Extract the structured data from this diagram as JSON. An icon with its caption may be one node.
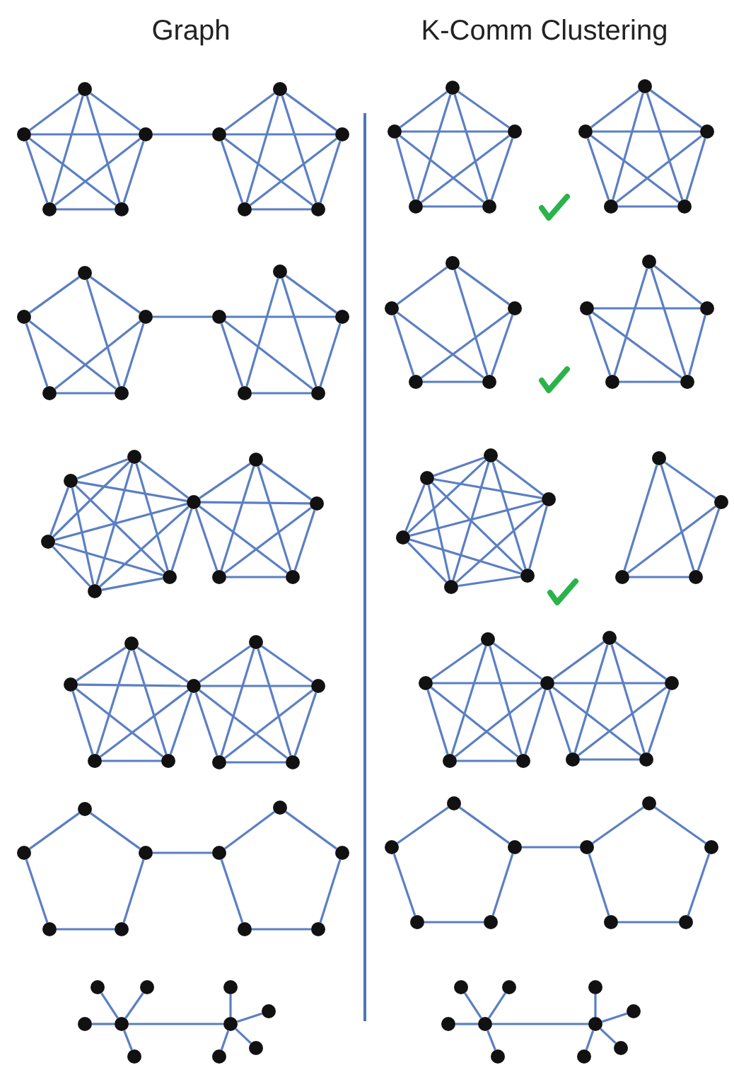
{
  "diagram": {
    "nodes": [
      {
        "text": [],
        "shape": "circle"
      },
      {
        "text": [],
        "shape": "circle"
      },
      {
        "text": [],
        "shape": "circle"
      },
      {
        "text": [],
        "shape": "circle"
      },
      {
        "text": [],
        "shape": "circle"
      },
      {
        "text": [],
        "shape": "circle"
      },
      {
        "text": [],
        "shape": "circle"
      },
      {
        "text": [],
        "shape": "circle"
      },
      {
        "text": [],
        "shape": "circle"
      },
      {
        "text": [],
        "shape": "circle"
      },
      {
        "text": [],
        "shape": "circle"
      },
      {
        "text": [],
        "shape": "circle"
      },
      {
        "text": [],
        "shape": "circle"
      },
      {
        "text": [],
        "shape": "circle"
      },
      {
        "text": [],
        "shape": "circle"
      },
      {
        "text": [],
        "shape": "circle"
      },
      {
        "text": [],
        "shape": "circle"
      },
      {
        "text": [],
        "shape": "circle"
      },
      {
        "text": [],
        "shape": "circle"
      },
      {
        "text": [],
        "shape": "circle"
      },
      {
        "text": [],
        "shape": "circle"
      },
      {
        "text": [],
        "shape": "circle"
      },
      {
        "text": [],
        "shape": "circle"
      },
      {
        "text": [],
        "shape": "circle"
      },
      {
        "text": [],
        "shape": "circle"
      },
      {
        "text": [],
        "shape": "circle"
      },
      {
        "text": [],
        "shape": "circle"
      },
      {
        "text": [],
        "shape": "circle"
      },
      {
        "text": [],
        "shape": "circle"
      },
      {
        "text": [],
        "shape": "circle"
      },
      {
        "text": [],
        "shape": "circle"
      },
      {
        "text": [],
        "shape": "circle"
      },
      {
        "text": [],
        "shape": "circle"
      },
      {
        "text": [],
        "shape": "circle"
      },
      {
        "text": [],
        "shape": "circle"
      },
      {
        "text": [],
        "shape": "circle"
      },
      {
        "text": [],
        "shape": "circle"
      },
      {
        "text": [],
        "shape": "circle"
      },
      {
        "text": [],
        "shape": "circle"
      },
      {
        "text": [],
        "shape": "circle"
      },
      {
        "text": [],
        "shape": "circle"
      },
      {
        "text": [],
        "shape": "circle"
      },
      {
        "text": [],
        "shape": "circle"
      },
      {
        "text": [],
        "shape": "circle"
      },
      {
        "text": [],
        "shape": "circle"
      },
      {
        "text": [],
        "shape": "circle"
      },
      {
        "text": [],
        "shape": "circle"
      },
      {
        "text": [],
        "shape": "circle"
      },
      {
        "text": [],
        "shape": "circle"
      },
      {
        "text": [],
        "shape": "circle"
      },
      {
        "text": [],
        "shape": "circle"
      },
      {
        "text": [],
        "shape": "circle"
      },
      {
        "text": [],
        "shape": "circle"
      },
      {
        "text": [],
        "shape": "circle"
      },
      {
        "text": [],
        "shape": "circle"
      },
      {
        "text": [],
        "shape": "circle"
      },
      {
        "text": [],
        "shape": "circle"
      },
      {
        "text": [],
        "shape": "circle"
      },
      {
        "text": [],
        "shape": "circle"
      },
      {
        "text": [],
        "shape": "circle"
      },
      {
        "text": [],
        "shape": "circle"
      },
      {
        "text": [],
        "shape": "circle"
      },
      {
        "text": [],
        "shape": "circle"
      },
      {
        "text": [],
        "shape": "circle"
      },
      {
        "text": [],
        "shape": "circle"
      },
      {
        "text": [],
        "shape": "circle"
      },
      {
        "text": [],
        "shape": "circle"
      },
      {
        "text": [],
        "shape": "circle"
      },
      {
        "text": [],
        "shape": "circle"
      },
      {
        "text": [],
        "shape": "circle"
      },
      {
        "text": [],
        "shape": "circle"
      },
      {
        "text": [],
        "shape": "circle"
      },
      {
        "text": [],
        "shape": "circle"
      },
      {
        "text": [],
        "shape": "circle"
      },
      {
        "text": [],
        "shape": "circle"
      },
      {
        "text": [],
        "shape": "circle"
      },
      {
        "text": [],
        "shape": "circle"
      },
      {
        "text": [],
        "shape": "circle"
      },
      {
        "text": [],
        "shape": "circle"
      },
      {
        "text": [],
        "shape": "circle"
      },
      {
        "text": [],
        "shape": "circle"
      },
      {
        "text": [],
        "shape": "circle"
      },
      {
        "text": [],
        "shape": "circle"
      },
      {
        "text": [],
        "shape": "circle"
      },
      {
        "text": [],
        "shape": "circle"
      },
      {
        "text": [],
        "shape": "circle"
      },
      {
        "text": [],
        "shape": "circle"
      },
      {
        "text": [],
        "shape": "circle"
      },
      {
        "text": [],
        "shape": "circle"
      },
      {
        "text": [],
        "shape": "circle"
      },
      {
        "text": [],
        "shape": "circle"
      },
      {
        "text": [],
        "shape": "circle"
      },
      {
        "text": [],
        "shape": "circle"
      },
      {
        "text": [],
        "shape": "circle"
      },
      {
        "text": [],
        "shape": "circle"
      },
      {
        "text": [],
        "shape": "circle"
      },
      {
        "text": [],
        "shape": "circle"
      },
      {
        "text": [],
        "shape": "circle"
      },
      {
        "text": [],
        "shape": "circle"
      },
      {
        "text": [],
        "shape": "circle"
      },
      {
        "text": [],
        "shape": "circle"
      },
      {
        "text": [],
        "shape": "circle"
      },
      {
        "text": [],
        "shape": "circle"
      },
      {
        "text": [],
        "shape": "circle"
      },
      {
        "text": [],
        "shape": "circle"
      },
      {
        "text": [],
        "shape": "circle"
      },
      {
        "text": [],
        "shape": "circle"
      },
      {
        "text": [],
        "shape": "circle"
      },
      {
        "text": [],
        "shape": "circle"
      },
      {
        "text": [],
        "shape": "circle"
      },
      {
        "text": [],
        "shape": "circle"
      },
      {
        "text": [],
        "shape": "circle"
      },
      {
        "text": [],
        "shape": "circle"
      },
      {
        "text": [],
        "shape": "circle"
      },
      {
        "text": [],
        "shape": "circle"
      },
      {
        "text": [],
        "shape": "circle"
      },
      {
        "text": [],
        "shape": "circle"
      },
      {
        "text": [],
        "shape": "circle"
      }
    ],
    "edges": [
      {
        "from": 0,
        "to": 1,
        "arrow": "none"
      },
      {
        "from": 0,
        "to": 2,
        "arrow": "none"
      },
      {
        "from": 0,
        "to": 3,
        "arrow": "none"
      },
      {
        "from": 0,
        "to": 4,
        "arrow": "none"
      },
      {
        "from": 1,
        "to": 2,
        "arrow": "none"
      },
      {
        "from": 1,
        "to": 3,
        "arrow": "none"
      },
      {
        "from": 1,
        "to": 4,
        "arrow": "none"
      },
      {
        "from": 2,
        "to": 3,
        "arrow": "none"
      },
      {
        "from": 2,
        "to": 4,
        "arrow": "none"
      },
      {
        "from": 3,
        "to": 4,
        "arrow": "none"
      },
      {
        "from": 2,
        "to": 6,
        "arrow": "none"
      },
      {
        "from": 5,
        "to": 6,
        "arrow": "none"
      },
      {
        "from": 5,
        "to": 7,
        "arrow": "none"
      },
      {
        "from": 5,
        "to": 8,
        "arrow": "none"
      },
      {
        "from": 5,
        "to": 9,
        "arrow": "none"
      },
      {
        "from": 6,
        "to": 7,
        "arrow": "none"
      },
      {
        "from": 6,
        "to": 8,
        "arrow": "none"
      },
      {
        "from": 6,
        "to": 9,
        "arrow": "none"
      },
      {
        "from": 7,
        "to": 8,
        "arrow": "none"
      },
      {
        "from": 7,
        "to": 9,
        "arrow": "none"
      },
      {
        "from": 8,
        "to": 9,
        "arrow": "none"
      },
      {
        "from": 10,
        "to": 11,
        "arrow": "none"
      },
      {
        "from": 10,
        "to": 12,
        "arrow": "none"
      },
      {
        "from": 10,
        "to": 13,
        "arrow": "none"
      },
      {
        "from": 10,
        "to": 14,
        "arrow": "none"
      },
      {
        "from": 11,
        "to": 12,
        "arrow": "none"
      },
      {
        "from": 11,
        "to": 13,
        "arrow": "none"
      },
      {
        "from": 11,
        "to": 14,
        "arrow": "none"
      },
      {
        "from": 12,
        "to": 13,
        "arrow": "none"
      },
      {
        "from": 12,
        "to": 14,
        "arrow": "none"
      },
      {
        "from": 13,
        "to": 14,
        "arrow": "none"
      },
      {
        "from": 15,
        "to": 16,
        "arrow": "none"
      },
      {
        "from": 15,
        "to": 17,
        "arrow": "none"
      },
      {
        "from": 15,
        "to": 18,
        "arrow": "none"
      },
      {
        "from": 15,
        "to": 19,
        "arrow": "none"
      },
      {
        "from": 16,
        "to": 17,
        "arrow": "none"
      },
      {
        "from": 16,
        "to": 18,
        "arrow": "none"
      },
      {
        "from": 16,
        "to": 19,
        "arrow": "none"
      },
      {
        "from": 17,
        "to": 18,
        "arrow": "none"
      },
      {
        "from": 17,
        "to": 19,
        "arrow": "none"
      },
      {
        "from": 18,
        "to": 19,
        "arrow": "none"
      },
      {
        "from": 20,
        "to": 21,
        "arrow": "none"
      },
      {
        "from": 20,
        "to": 22,
        "arrow": "none"
      },
      {
        "from": 20,
        "to": 24,
        "arrow": "none"
      },
      {
        "from": 21,
        "to": 23,
        "arrow": "none"
      },
      {
        "from": 21,
        "to": 24,
        "arrow": "none"
      },
      {
        "from": 22,
        "to": 23,
        "arrow": "none"
      },
      {
        "from": 22,
        "to": 24,
        "arrow": "none"
      },
      {
        "from": 23,
        "to": 24,
        "arrow": "none"
      },
      {
        "from": 22,
        "to": 26,
        "arrow": "none"
      },
      {
        "from": 25,
        "to": 27,
        "arrow": "none"
      },
      {
        "from": 25,
        "to": 28,
        "arrow": "none"
      },
      {
        "from": 25,
        "to": 29,
        "arrow": "none"
      },
      {
        "from": 26,
        "to": 27,
        "arrow": "none"
      },
      {
        "from": 26,
        "to": 28,
        "arrow": "none"
      },
      {
        "from": 26,
        "to": 29,
        "arrow": "none"
      },
      {
        "from": 27,
        "to": 29,
        "arrow": "none"
      },
      {
        "from": 28,
        "to": 29,
        "arrow": "none"
      },
      {
        "from": 30,
        "to": 31,
        "arrow": "none"
      },
      {
        "from": 30,
        "to": 32,
        "arrow": "none"
      },
      {
        "from": 30,
        "to": 34,
        "arrow": "none"
      },
      {
        "from": 31,
        "to": 33,
        "arrow": "none"
      },
      {
        "from": 31,
        "to": 34,
        "arrow": "none"
      },
      {
        "from": 32,
        "to": 33,
        "arrow": "none"
      },
      {
        "from": 32,
        "to": 34,
        "arrow": "none"
      },
      {
        "from": 33,
        "to": 34,
        "arrow": "none"
      },
      {
        "from": 35,
        "to": 37,
        "arrow": "none"
      },
      {
        "from": 35,
        "to": 38,
        "arrow": "none"
      },
      {
        "from": 35,
        "to": 39,
        "arrow": "none"
      },
      {
        "from": 36,
        "to": 37,
        "arrow": "none"
      },
      {
        "from": 36,
        "to": 38,
        "arrow": "none"
      },
      {
        "from": 36,
        "to": 39,
        "arrow": "none"
      },
      {
        "from": 37,
        "to": 39,
        "arrow": "none"
      },
      {
        "from": 38,
        "to": 39,
        "arrow": "none"
      },
      {
        "from": 40,
        "to": 41,
        "arrow": "none"
      },
      {
        "from": 40,
        "to": 42,
        "arrow": "none"
      },
      {
        "from": 40,
        "to": 43,
        "arrow": "none"
      },
      {
        "from": 40,
        "to": 44,
        "arrow": "none"
      },
      {
        "from": 40,
        "to": 45,
        "arrow": "none"
      },
      {
        "from": 41,
        "to": 42,
        "arrow": "none"
      },
      {
        "from": 41,
        "to": 43,
        "arrow": "none"
      },
      {
        "from": 41,
        "to": 44,
        "arrow": "none"
      },
      {
        "from": 41,
        "to": 45,
        "arrow": "none"
      },
      {
        "from": 42,
        "to": 43,
        "arrow": "none"
      },
      {
        "from": 42,
        "to": 44,
        "arrow": "none"
      },
      {
        "from": 42,
        "to": 45,
        "arrow": "none"
      },
      {
        "from": 43,
        "to": 44,
        "arrow": "none"
      },
      {
        "from": 43,
        "to": 45,
        "arrow": "none"
      },
      {
        "from": 44,
        "to": 45,
        "arrow": "none"
      },
      {
        "from": 45,
        "to": 46,
        "arrow": "none"
      },
      {
        "from": 45,
        "to": 47,
        "arrow": "none"
      },
      {
        "from": 45,
        "to": 48,
        "arrow": "none"
      },
      {
        "from": 45,
        "to": 49,
        "arrow": "none"
      },
      {
        "from": 46,
        "to": 47,
        "arrow": "none"
      },
      {
        "from": 46,
        "to": 48,
        "arrow": "none"
      },
      {
        "from": 46,
        "to": 49,
        "arrow": "none"
      },
      {
        "from": 47,
        "to": 48,
        "arrow": "none"
      },
      {
        "from": 47,
        "to": 49,
        "arrow": "none"
      },
      {
        "from": 48,
        "to": 49,
        "arrow": "none"
      },
      {
        "from": 50,
        "to": 51,
        "arrow": "none"
      },
      {
        "from": 50,
        "to": 52,
        "arrow": "none"
      },
      {
        "from": 50,
        "to": 53,
        "arrow": "none"
      },
      {
        "from": 50,
        "to": 54,
        "arrow": "none"
      },
      {
        "from": 50,
        "to": 55,
        "arrow": "none"
      },
      {
        "from": 51,
        "to": 52,
        "arrow": "none"
      },
      {
        "from": 51,
        "to": 53,
        "arrow": "none"
      },
      {
        "from": 51,
        "to": 54,
        "arrow": "none"
      },
      {
        "from": 51,
        "to": 55,
        "arrow": "none"
      },
      {
        "from": 52,
        "to": 53,
        "arrow": "none"
      },
      {
        "from": 52,
        "to": 54,
        "arrow": "none"
      },
      {
        "from": 52,
        "to": 55,
        "arrow": "none"
      },
      {
        "from": 53,
        "to": 54,
        "arrow": "none"
      },
      {
        "from": 53,
        "to": 55,
        "arrow": "none"
      },
      {
        "from": 54,
        "to": 55,
        "arrow": "none"
      },
      {
        "from": 56,
        "to": 57,
        "arrow": "none"
      },
      {
        "from": 56,
        "to": 58,
        "arrow": "none"
      },
      {
        "from": 56,
        "to": 59,
        "arrow": "none"
      },
      {
        "from": 57,
        "to": 58,
        "arrow": "none"
      },
      {
        "from": 57,
        "to": 59,
        "arrow": "none"
      },
      {
        "from": 58,
        "to": 59,
        "arrow": "none"
      },
      {
        "from": 60,
        "to": 61,
        "arrow": "none"
      },
      {
        "from": 60,
        "to": 62,
        "arrow": "none"
      },
      {
        "from": 60,
        "to": 63,
        "arrow": "none"
      },
      {
        "from": 60,
        "to": 64,
        "arrow": "none"
      },
      {
        "from": 61,
        "to": 62,
        "arrow": "none"
      },
      {
        "from": 61,
        "to": 63,
        "arrow": "none"
      },
      {
        "from": 61,
        "to": 64,
        "arrow": "none"
      },
      {
        "from": 62,
        "to": 63,
        "arrow": "none"
      },
      {
        "from": 62,
        "to": 64,
        "arrow": "none"
      },
      {
        "from": 63,
        "to": 64,
        "arrow": "none"
      },
      {
        "from": 64,
        "to": 65,
        "arrow": "none"
      },
      {
        "from": 64,
        "to": 66,
        "arrow": "none"
      },
      {
        "from": 64,
        "to": 67,
        "arrow": "none"
      },
      {
        "from": 64,
        "to": 68,
        "arrow": "none"
      },
      {
        "from": 65,
        "to": 66,
        "arrow": "none"
      },
      {
        "from": 65,
        "to": 67,
        "arrow": "none"
      },
      {
        "from": 65,
        "to": 68,
        "arrow": "none"
      },
      {
        "from": 66,
        "to": 67,
        "arrow": "none"
      },
      {
        "from": 66,
        "to": 68,
        "arrow": "none"
      },
      {
        "from": 67,
        "to": 68,
        "arrow": "none"
      },
      {
        "from": 69,
        "to": 70,
        "arrow": "none"
      },
      {
        "from": 69,
        "to": 71,
        "arrow": "none"
      },
      {
        "from": 69,
        "to": 72,
        "arrow": "none"
      },
      {
        "from": 69,
        "to": 73,
        "arrow": "none"
      },
      {
        "from": 70,
        "to": 71,
        "arrow": "none"
      },
      {
        "from": 70,
        "to": 72,
        "arrow": "none"
      },
      {
        "from": 70,
        "to": 73,
        "arrow": "none"
      },
      {
        "from": 71,
        "to": 72,
        "arrow": "none"
      },
      {
        "from": 71,
        "to": 73,
        "arrow": "none"
      },
      {
        "from": 72,
        "to": 73,
        "arrow": "none"
      },
      {
        "from": 73,
        "to": 74,
        "arrow": "none"
      },
      {
        "from": 73,
        "to": 75,
        "arrow": "none"
      },
      {
        "from": 73,
        "to": 76,
        "arrow": "none"
      },
      {
        "from": 73,
        "to": 77,
        "arrow": "none"
      },
      {
        "from": 74,
        "to": 75,
        "arrow": "none"
      },
      {
        "from": 74,
        "to": 76,
        "arrow": "none"
      },
      {
        "from": 74,
        "to": 77,
        "arrow": "none"
      },
      {
        "from": 75,
        "to": 76,
        "arrow": "none"
      },
      {
        "from": 75,
        "to": 77,
        "arrow": "none"
      },
      {
        "from": 76,
        "to": 77,
        "arrow": "none"
      },
      {
        "from": 78,
        "to": 79,
        "arrow": "none"
      },
      {
        "from": 78,
        "to": 80,
        "arrow": "none"
      },
      {
        "from": 79,
        "to": 81,
        "arrow": "none"
      },
      {
        "from": 80,
        "to": 82,
        "arrow": "none"
      },
      {
        "from": 81,
        "to": 82,
        "arrow": "none"
      },
      {
        "from": 80,
        "to": 84,
        "arrow": "none"
      },
      {
        "from": 83,
        "to": 84,
        "arrow": "none"
      },
      {
        "from": 83,
        "to": 85,
        "arrow": "none"
      },
      {
        "from": 84,
        "to": 86,
        "arrow": "none"
      },
      {
        "from": 85,
        "to": 87,
        "arrow": "none"
      },
      {
        "from": 86,
        "to": 87,
        "arrow": "none"
      },
      {
        "from": 88,
        "to": 89,
        "arrow": "none"
      },
      {
        "from": 88,
        "to": 90,
        "arrow": "none"
      },
      {
        "from": 89,
        "to": 91,
        "arrow": "none"
      },
      {
        "from": 90,
        "to": 92,
        "arrow": "none"
      },
      {
        "from": 91,
        "to": 92,
        "arrow": "none"
      },
      {
        "from": 90,
        "to": 94,
        "arrow": "none"
      },
      {
        "from": 93,
        "to": 94,
        "arrow": "none"
      },
      {
        "from": 93,
        "to": 95,
        "arrow": "none"
      },
      {
        "from": 94,
        "to": 96,
        "arrow": "none"
      },
      {
        "from": 95,
        "to": 97,
        "arrow": "none"
      },
      {
        "from": 96,
        "to": 97,
        "arrow": "none"
      },
      {
        "from": 98,
        "to": 99,
        "arrow": "none"
      },
      {
        "from": 98,
        "to": 100,
        "arrow": "none"
      },
      {
        "from": 98,
        "to": 101,
        "arrow": "none"
      },
      {
        "from": 98,
        "to": 102,
        "arrow": "none"
      },
      {
        "from": 98,
        "to": 103,
        "arrow": "none"
      },
      {
        "from": 103,
        "to": 104,
        "arrow": "none"
      },
      {
        "from": 103,
        "to": 105,
        "arrow": "none"
      },
      {
        "from": 103,
        "to": 106,
        "arrow": "none"
      },
      {
        "from": 103,
        "to": 107,
        "arrow": "none"
      },
      {
        "from": 108,
        "to": 109,
        "arrow": "none"
      },
      {
        "from": 108,
        "to": 110,
        "arrow": "none"
      },
      {
        "from": 108,
        "to": 111,
        "arrow": "none"
      },
      {
        "from": 108,
        "to": 112,
        "arrow": "none"
      },
      {
        "from": 108,
        "to": 113,
        "arrow": "none"
      },
      {
        "from": 113,
        "to": 114,
        "arrow": "none"
      },
      {
        "from": 113,
        "to": 115,
        "arrow": "none"
      },
      {
        "from": 113,
        "to": 116,
        "arrow": "none"
      },
      {
        "from": 113,
        "to": 117,
        "arrow": "none"
      }
    ],
    "labels": [
      "Graph",
      "K-Comm Clustering"
    ]
  }
}
